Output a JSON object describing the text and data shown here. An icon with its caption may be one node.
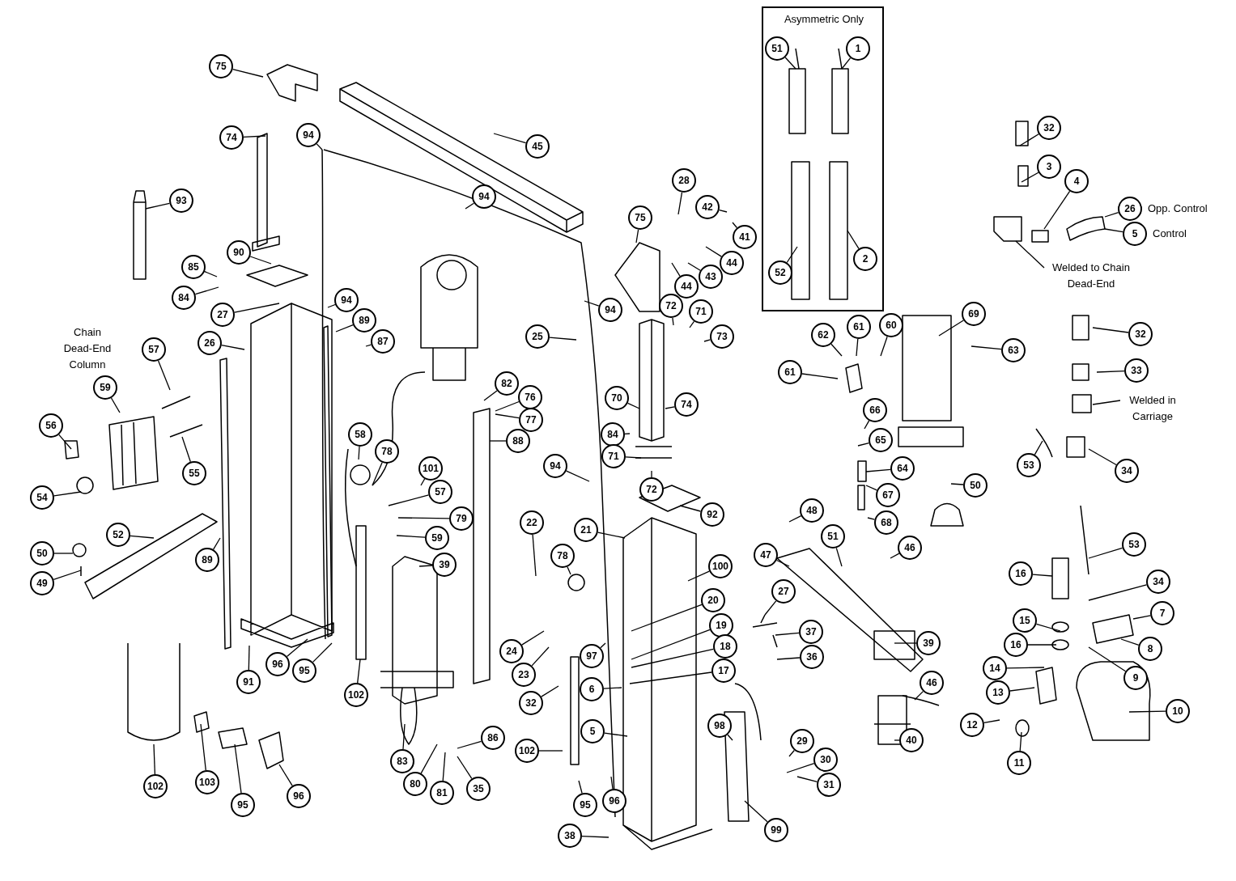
{
  "diagram": {
    "nodes": [
      {
        "text": [
          "Asymmetric Only"
        ]
      },
      {
        "text": [
          "51"
        ],
        "in": 0
      },
      {
        "text": [
          "1"
        ],
        "in": 0
      },
      {
        "text": [
          "52"
        ],
        "in": 0
      },
      {
        "text": [
          "2"
        ],
        "in": 0
      },
      {
        "text": [
          "75"
        ]
      },
      {
        "text": [
          "74"
        ]
      },
      {
        "text": [
          "94"
        ]
      },
      {
        "text": [
          "45"
        ]
      },
      {
        "text": [
          "93"
        ]
      },
      {
        "text": [
          "94"
        ]
      },
      {
        "text": [
          "28"
        ]
      },
      {
        "text": [
          "42"
        ]
      },
      {
        "text": [
          "41"
        ]
      },
      {
        "text": [
          "75"
        ]
      },
      {
        "text": [
          "90"
        ]
      },
      {
        "text": [
          "85"
        ]
      },
      {
        "text": [
          "84"
        ]
      },
      {
        "text": [
          "44"
        ]
      },
      {
        "text": [
          "43"
        ]
      },
      {
        "text": [
          "44"
        ]
      },
      {
        "text": [
          "27"
        ]
      },
      {
        "text": [
          "94"
        ]
      },
      {
        "text": [
          "72"
        ]
      },
      {
        "text": [
          "71"
        ]
      },
      {
        "text": [
          "94"
        ]
      },
      {
        "text": [
          "89"
        ]
      },
      {
        "text": [
          "26"
        ]
      },
      {
        "text": [
          "87"
        ]
      },
      {
        "text": [
          "25"
        ]
      },
      {
        "text": [
          "73"
        ]
      },
      {
        "text": [
          "57"
        ]
      },
      {
        "text": [
          "59"
        ]
      },
      {
        "text": [
          "82"
        ]
      },
      {
        "text": [
          "76"
        ]
      },
      {
        "text": [
          "77"
        ]
      },
      {
        "text": [
          "70"
        ]
      },
      {
        "text": [
          "74"
        ]
      },
      {
        "text": [
          "56"
        ]
      },
      {
        "text": [
          "58"
        ]
      },
      {
        "text": [
          "84"
        ]
      },
      {
        "text": [
          "88"
        ]
      },
      {
        "text": [
          "78"
        ]
      },
      {
        "text": [
          "71"
        ]
      },
      {
        "text": [
          "94"
        ]
      },
      {
        "text": [
          "101"
        ]
      },
      {
        "text": [
          "55"
        ]
      },
      {
        "text": [
          "72"
        ]
      },
      {
        "text": [
          "54"
        ]
      },
      {
        "text": [
          "57"
        ]
      },
      {
        "text": [
          "79"
        ]
      },
      {
        "text": [
          "22"
        ]
      },
      {
        "text": [
          "92"
        ]
      },
      {
        "text": [
          "21"
        ]
      },
      {
        "text": [
          "52"
        ]
      },
      {
        "text": [
          "59"
        ]
      },
      {
        "text": [
          "50"
        ]
      },
      {
        "text": [
          "78"
        ]
      },
      {
        "text": [
          "89"
        ]
      },
      {
        "text": [
          "39"
        ]
      },
      {
        "text": [
          "100"
        ]
      },
      {
        "text": [
          "49"
        ]
      },
      {
        "text": [
          "20"
        ]
      },
      {
        "text": [
          "19"
        ]
      },
      {
        "text": [
          "18"
        ]
      },
      {
        "text": [
          "24"
        ]
      },
      {
        "text": [
          "97"
        ]
      },
      {
        "text": [
          "96"
        ]
      },
      {
        "text": [
          "95"
        ]
      },
      {
        "text": [
          "17"
        ]
      },
      {
        "text": [
          "23"
        ]
      },
      {
        "text": [
          "91"
        ]
      },
      {
        "text": [
          "6"
        ]
      },
      {
        "text": [
          "102"
        ]
      },
      {
        "text": [
          "32"
        ]
      },
      {
        "text": [
          "5"
        ]
      },
      {
        "text": [
          "86"
        ]
      },
      {
        "text": [
          "102"
        ]
      },
      {
        "text": [
          "83"
        ]
      },
      {
        "text": [
          "80"
        ]
      },
      {
        "text": [
          "103"
        ]
      },
      {
        "text": [
          "102"
        ]
      },
      {
        "text": [
          "35"
        ]
      },
      {
        "text": [
          "81"
        ]
      },
      {
        "text": [
          "96"
        ]
      },
      {
        "text": [
          "96"
        ]
      },
      {
        "text": [
          "95"
        ]
      },
      {
        "text": [
          "95"
        ]
      },
      {
        "text": [
          "38"
        ]
      },
      {
        "text": [
          "48"
        ]
      },
      {
        "text": [
          "51"
        ]
      },
      {
        "text": [
          "46"
        ]
      },
      {
        "text": [
          "47"
        ]
      },
      {
        "text": [
          "27"
        ]
      },
      {
        "text": [
          "37"
        ]
      },
      {
        "text": [
          "39"
        ]
      },
      {
        "text": [
          "36"
        ]
      },
      {
        "text": [
          "46"
        ]
      },
      {
        "text": [
          "98"
        ]
      },
      {
        "text": [
          "40"
        ]
      },
      {
        "text": [
          "29"
        ]
      },
      {
        "text": [
          "30"
        ]
      },
      {
        "text": [
          "31"
        ]
      },
      {
        "text": [
          "99"
        ]
      },
      {
        "text": [
          "32"
        ]
      },
      {
        "text": [
          "3"
        ]
      },
      {
        "text": [
          "4"
        ]
      },
      {
        "text": [
          "26"
        ],
        "beside": [
          "Opp. Control"
        ]
      },
      {
        "text": [
          "5"
        ],
        "beside": [
          "Control"
        ]
      },
      {
        "text": [
          "Welded to Chain Dead-End"
        ]
      },
      {
        "text": [
          "69"
        ]
      },
      {
        "text": [
          "61"
        ]
      },
      {
        "text": [
          "60"
        ]
      },
      {
        "text": [
          "62"
        ]
      },
      {
        "text": [
          "32"
        ]
      },
      {
        "text": [
          "63"
        ]
      },
      {
        "text": [
          "33"
        ]
      },
      {
        "text": [
          "61"
        ]
      },
      {
        "text": [
          "Welded in Carriage"
        ]
      },
      {
        "text": [
          "66"
        ]
      },
      {
        "text": [
          "65"
        ]
      },
      {
        "text": [
          "53"
        ]
      },
      {
        "text": [
          "64"
        ]
      },
      {
        "text": [
          "34"
        ]
      },
      {
        "text": [
          "50"
        ]
      },
      {
        "text": [
          "67"
        ]
      },
      {
        "text": [
          "68"
        ]
      },
      {
        "text": [
          "53"
        ]
      },
      {
        "text": [
          "16"
        ]
      },
      {
        "text": [
          "34"
        ]
      },
      {
        "text": [
          "7"
        ]
      },
      {
        "text": [
          "15"
        ]
      },
      {
        "text": [
          "16"
        ]
      },
      {
        "text": [
          "8"
        ]
      },
      {
        "text": [
          "14"
        ]
      },
      {
        "text": [
          "9"
        ]
      },
      {
        "text": [
          "13"
        ]
      },
      {
        "text": [
          "10"
        ]
      },
      {
        "text": [
          "12"
        ]
      },
      {
        "text": [
          "11"
        ]
      }
    ],
    "edges": [
      {
        "from": 1,
        "to": null,
        "arrow": "none"
      },
      {
        "from": 2,
        "to": null,
        "arrow": "none"
      },
      {
        "from": 3,
        "to": null,
        "arrow": "none"
      },
      {
        "from": 4,
        "to": null,
        "arrow": "none"
      },
      {
        "from": 5,
        "to": null,
        "arrow": "none"
      },
      {
        "from": 6,
        "to": null,
        "arrow": "none"
      },
      {
        "from": 7,
        "to": null,
        "arrow": "none"
      },
      {
        "from": 8,
        "to": null,
        "arrow": "none"
      },
      {
        "from": 9,
        "to": null,
        "arrow": "none"
      },
      {
        "from": 10,
        "to": null,
        "arrow": "none"
      },
      {
        "from": 11,
        "to": null,
        "arrow": "none"
      },
      {
        "from": 12,
        "to": null,
        "arrow": "none"
      },
      {
        "from": 13,
        "to": null,
        "arrow": "none"
      },
      {
        "from": 14,
        "to": null,
        "arrow": "none"
      },
      {
        "from": 15,
        "to": null,
        "arrow": "none"
      },
      {
        "from": 16,
        "to": null,
        "arrow": "none"
      },
      {
        "from": 17,
        "to": null,
        "arrow": "none"
      },
      {
        "from": 18,
        "to": null,
        "arrow": "none"
      },
      {
        "from": 19,
        "to": null,
        "arrow": "none"
      },
      {
        "from": 20,
        "to": null,
        "arrow": "none"
      },
      {
        "from": 21,
        "to": null,
        "arrow": "none"
      },
      {
        "from": 22,
        "to": null,
        "arrow": "none"
      },
      {
        "from": 23,
        "to": null,
        "arrow": "none"
      },
      {
        "from": 24,
        "to": null,
        "arrow": "none"
      },
      {
        "from": 25,
        "to": null,
        "arrow": "none"
      },
      {
        "from": 26,
        "to": null,
        "arrow": "none"
      },
      {
        "from": 27,
        "to": null,
        "arrow": "none"
      },
      {
        "from": 28,
        "to": null,
        "arrow": "none"
      },
      {
        "from": 29,
        "to": null,
        "arrow": "none"
      },
      {
        "from": 30,
        "to": null,
        "arrow": "none"
      },
      {
        "from": 31,
        "to": null,
        "arrow": "none"
      },
      {
        "from": 32,
        "to": null,
        "arrow": "none"
      },
      {
        "from": 33,
        "to": null,
        "arrow": "none"
      },
      {
        "from": 34,
        "to": null,
        "arrow": "none"
      },
      {
        "from": 35,
        "to": null,
        "arrow": "none"
      },
      {
        "from": 36,
        "to": null,
        "arrow": "none"
      },
      {
        "from": 37,
        "to": null,
        "arrow": "none"
      },
      {
        "from": 38,
        "to": null,
        "arrow": "none"
      },
      {
        "from": 39,
        "to": null,
        "arrow": "none"
      },
      {
        "from": 40,
        "to": null,
        "arrow": "none"
      },
      {
        "from": 41,
        "to": null,
        "arrow": "none"
      },
      {
        "from": 42,
        "to": null,
        "arrow": "none"
      },
      {
        "from": 43,
        "to": null,
        "arrow": "none"
      },
      {
        "from": 44,
        "to": null,
        "arrow": "none"
      },
      {
        "from": 45,
        "to": null,
        "arrow": "none"
      },
      {
        "from": 46,
        "to": null,
        "arrow": "none"
      },
      {
        "from": 47,
        "to": null,
        "arrow": "none"
      },
      {
        "from": 48,
        "to": null,
        "arrow": "none"
      },
      {
        "from": 49,
        "to": null,
        "arrow": "none"
      },
      {
        "from": 50,
        "to": null,
        "arrow": "none"
      },
      {
        "from": 51,
        "to": null,
        "arrow": "none"
      },
      {
        "from": 52,
        "to": null,
        "arrow": "none"
      },
      {
        "from": 53,
        "to": null,
        "arrow": "none"
      },
      {
        "from": 54,
        "to": null,
        "arrow": "none"
      },
      {
        "from": 55,
        "to": null,
        "arrow": "none"
      },
      {
        "from": 56,
        "to": null,
        "arrow": "none"
      },
      {
        "from": 57,
        "to": null,
        "arrow": "none"
      },
      {
        "from": 58,
        "to": null,
        "arrow": "none"
      },
      {
        "from": 59,
        "to": null,
        "arrow": "none"
      },
      {
        "from": 60,
        "to": null,
        "arrow": "none"
      },
      {
        "from": 61,
        "to": null,
        "arrow": "none"
      },
      {
        "from": 62,
        "to": null,
        "arrow": "none"
      },
      {
        "from": 63,
        "to": null,
        "arrow": "none"
      },
      {
        "from": 64,
        "to": null,
        "arrow": "none"
      },
      {
        "from": 65,
        "to": null,
        "arrow": "none"
      },
      {
        "from": 66,
        "to": null,
        "arrow": "none"
      },
      {
        "from": 67,
        "to": null,
        "arrow": "none"
      },
      {
        "from": 68,
        "to": null,
        "arrow": "none"
      },
      {
        "from": 69,
        "to": null,
        "arrow": "none"
      },
      {
        "from": 70,
        "to": null,
        "arrow": "none"
      },
      {
        "from": 71,
        "to": null,
        "arrow": "none"
      },
      {
        "from": 72,
        "to": null,
        "arrow": "none"
      },
      {
        "from": 73,
        "to": null,
        "arrow": "none"
      },
      {
        "from": 74,
        "to": null,
        "arrow": "none"
      },
      {
        "from": 75,
        "to": null,
        "arrow": "none"
      },
      {
        "from": 76,
        "to": null,
        "arrow": "none"
      },
      {
        "from": 77,
        "to": null,
        "arrow": "none"
      },
      {
        "from": 78,
        "to": null,
        "arrow": "none"
      },
      {
        "from": 79,
        "to": null,
        "arrow": "none"
      },
      {
        "from": 80,
        "to": null,
        "arrow": "none"
      },
      {
        "from": 81,
        "to": null,
        "arrow": "none"
      },
      {
        "from": 82,
        "to": null,
        "arrow": "none"
      },
      {
        "from": 83,
        "to": null,
        "arrow": "none"
      },
      {
        "from": 84,
        "to": null,
        "arrow": "none"
      },
      {
        "from": 85,
        "to": null,
        "arrow": "none"
      },
      {
        "from": 86,
        "to": null,
        "arrow": "none"
      },
      {
        "from": 87,
        "to": null,
        "arrow": "none"
      },
      {
        "from": 88,
        "to": null,
        "arrow": "none"
      },
      {
        "from": 89,
        "to": null,
        "arrow": "none"
      },
      {
        "from": 90,
        "to": null,
        "arrow": "none"
      },
      {
        "from": 91,
        "to": null,
        "arrow": "none"
      },
      {
        "from": 92,
        "to": null,
        "arrow": "none"
      },
      {
        "from": 93,
        "to": null,
        "arrow": "none"
      },
      {
        "from": 94,
        "to": null,
        "arrow": "none"
      },
      {
        "from": 95,
        "to": null,
        "arrow": "none"
      },
      {
        "from": 96,
        "to": null,
        "arrow": "none"
      },
      {
        "from": 97,
        "to": null,
        "arrow": "none"
      },
      {
        "from": 98,
        "to": null,
        "arrow": "none"
      },
      {
        "from": 99,
        "to": null,
        "arrow": "none"
      },
      {
        "from": 100,
        "to": null,
        "arrow": "none"
      },
      {
        "from": 101,
        "to": null,
        "arrow": "none"
      },
      {
        "from": 102,
        "to": null,
        "arrow": "none"
      },
      {
        "from": 103,
        "to": null,
        "arrow": "none"
      },
      {
        "from": 104,
        "to": null,
        "arrow": "none"
      },
      {
        "from": 105,
        "to": null,
        "arrow": "none"
      },
      {
        "from": 106,
        "to": null,
        "arrow": "none"
      },
      {
        "from": 107,
        "to": null,
        "arrow": "none"
      },
      {
        "from": 108,
        "to": null,
        "arrow": "none"
      },
      {
        "from": 109,
        "to": null,
        "arrow": "none"
      },
      {
        "from": 110,
        "to": null,
        "arrow": "none"
      },
      {
        "from": 111,
        "to": null,
        "arrow": "none"
      },
      {
        "from": 112,
        "to": null,
        "arrow": "none"
      },
      {
        "from": 113,
        "to": null,
        "arrow": "none"
      },
      {
        "from": 114,
        "to": null,
        "arrow": "none"
      },
      {
        "from": 115,
        "to": null,
        "arrow": "none"
      },
      {
        "from": 116,
        "to": null,
        "arrow": "none"
      },
      {
        "from": 117,
        "to": null,
        "arrow": "none"
      },
      {
        "from": 118,
        "to": null,
        "arrow": "none"
      },
      {
        "from": 119,
        "to": null,
        "arrow": "none"
      },
      {
        "from": 120,
        "to": null,
        "arrow": "none"
      },
      {
        "from": 121,
        "to": null,
        "arrow": "none"
      },
      {
        "from": 122,
        "to": null,
        "arrow": "none"
      },
      {
        "from": 123,
        "to": null,
        "arrow": "none"
      },
      {
        "from": 124,
        "to": null,
        "arrow": "none"
      },
      {
        "from": 125,
        "to": null,
        "arrow": "none"
      },
      {
        "from": 126,
        "to": null,
        "arrow": "none"
      },
      {
        "from": 127,
        "to": null,
        "arrow": "none"
      },
      {
        "from": 128,
        "to": null,
        "arrow": "none"
      },
      {
        "from": 129,
        "to": null,
        "arrow": "none"
      },
      {
        "from": 130,
        "to": null,
        "arrow": "none"
      },
      {
        "from": 131,
        "to": null,
        "arrow": "none"
      },
      {
        "from": 132,
        "to": null,
        "arrow": "none"
      },
      {
        "from": 133,
        "to": null,
        "arrow": "none"
      },
      {
        "from": 134,
        "to": null,
        "arrow": "none"
      },
      {
        "from": 135,
        "to": null,
        "arrow": "none"
      },
      {
        "from": 136,
        "to": null,
        "arrow": "none"
      },
      {
        "from": 137,
        "to": null,
        "arrow": "none"
      },
      {
        "from": 138,
        "to": null,
        "arrow": "none"
      },
      {
        "from": 139,
        "to": null,
        "arrow": "none"
      }
    ],
    "labels": [
      "Chain Dead-End Column"
    ]
  }
}
